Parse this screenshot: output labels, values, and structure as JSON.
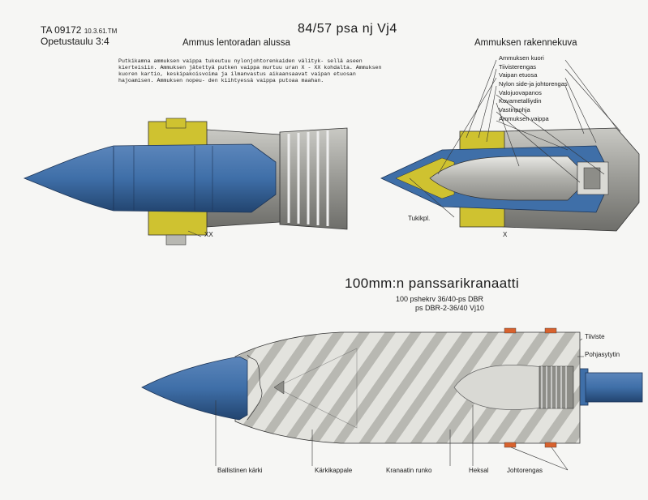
{
  "header": {
    "code": "TA 09172",
    "date": "10.3.61.TM",
    "plate": "Opetustaulu 3:4"
  },
  "top": {
    "title": "84/57 psa nj Vj4",
    "left_caption": "Ammus lentoradan alussa",
    "right_caption": "Ammuksen rakennekuva",
    "description": "Putkikamna ammuksen vaippa tukeutuu nylonjohtorenkaiden välityk- sellä aseen kierteisiin. Ammuksen jätettyä putken vaippa murtuu uran X - XX kohdalta. Ammuksen kuoren kartio, keskipakoisvoima ja ilmanvastus aikaansaavat vaipan etuosan hajoamisen. Ammuksen nopeu- den kiihtyessä vaippa putoaa maahan.",
    "left_marker": "XX",
    "right_marker": "X",
    "tukikpl_label": "Tukikpl.",
    "parts": [
      "Ammuksen kuori",
      "Tiivisterengas",
      "Vaipan etuosa",
      "Nylon side-ja johtorengas",
      "Valojuovapanos",
      "Kovametalliydin",
      "Vastinpohja",
      "Ammuksen vaippa"
    ]
  },
  "bottom": {
    "title": "100mm:n panssarikranaatti",
    "sub_line1": "100  pshekrv 36/40-ps DBR",
    "sub_line2": "ps DBR-2-36/40 Vj10",
    "labels": {
      "tiiviste": "Tiiviste",
      "pohjasytytin": "Pohjasytytin",
      "ballistinen": "Ballistinen kärki",
      "karkikappale": "Kärkikappale",
      "runko": "Kranaatin runko",
      "heksal": "Heksal",
      "johtorengas": "Johtorengas"
    }
  },
  "colors": {
    "blue": "#3f6fa8",
    "blue_dark": "#22446f",
    "yellow": "#cfc230",
    "gray": "#8d8d88",
    "gray_light": "#d9d9d4",
    "orange": "#d8622e",
    "background": "#f6f6f4"
  }
}
